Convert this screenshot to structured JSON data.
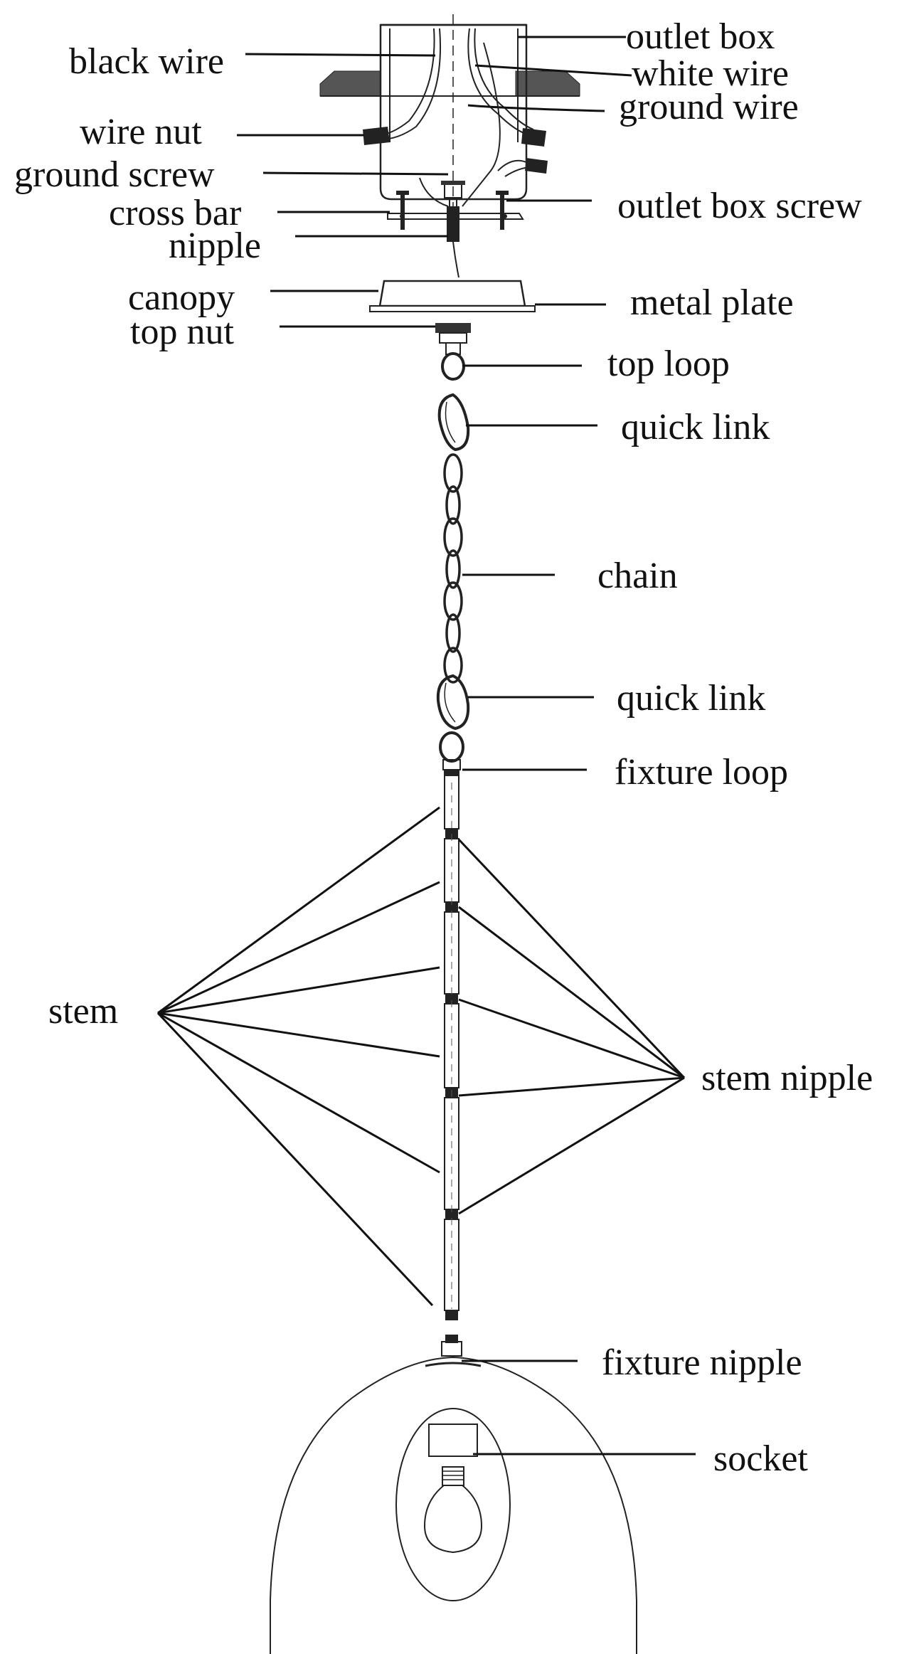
{
  "labels": {
    "black_wire": "black wire",
    "outlet_box": "outlet box",
    "white_wire": "white wire",
    "ground_wire": "ground wire",
    "wire_nut": "wire nut",
    "ground_screw": "ground screw",
    "cross_bar": "cross bar",
    "outlet_box_screw": "outlet box screw",
    "nipple": "nipple",
    "canopy": "canopy",
    "metal_plate": "metal plate",
    "top_nut": "top nut",
    "top_loop": "top loop",
    "quick_link_upper": "quick link",
    "chain": "chain",
    "quick_link_lower": "quick link",
    "fixture_loop": "fixture loop",
    "stem": "stem",
    "stem_nipple": "stem nipple",
    "fixture_nipple": "fixture nipple",
    "socket": "socket"
  },
  "colors": {
    "line": "#111111",
    "background": "#ffffff"
  }
}
